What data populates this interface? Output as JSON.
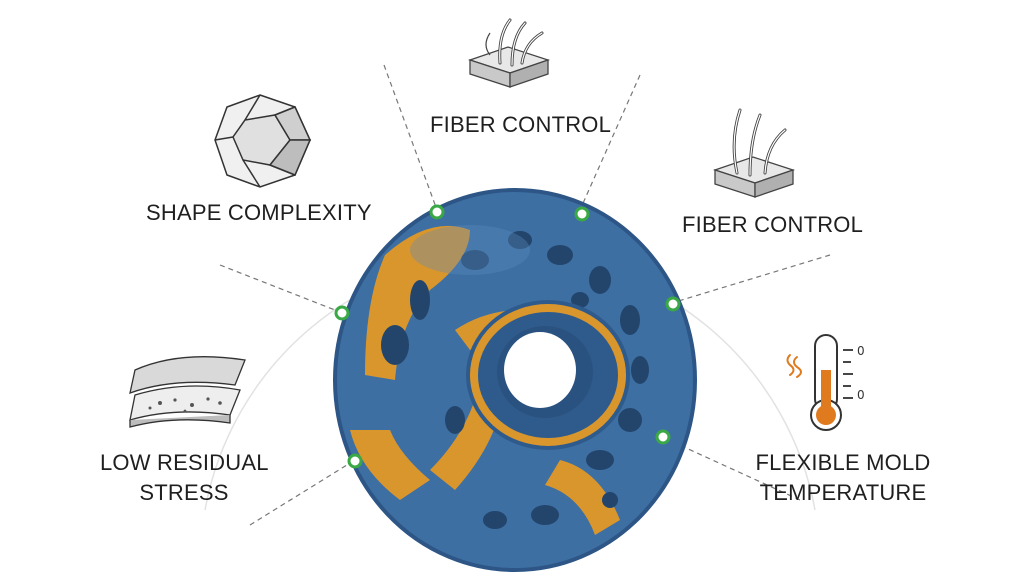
{
  "labels": {
    "fiber_top": "FIBER CONTROL",
    "fiber_right": "FIBER CONTROL",
    "shape": "SHAPE COMPLEXITY",
    "residual_line1": "LOW RESIDUAL",
    "residual_line2": "STRESS",
    "mold_line1": "FLEXIBLE MOLD",
    "mold_line2": "TEMPERATURE"
  },
  "thermometer": {
    "tick_top": "0",
    "tick_bottom": "0"
  },
  "icons": {
    "top": "fiber-block-icon",
    "right": "fiber-block-icon",
    "shape": "polyhedron-icon",
    "residual": "layered-sheet-icon",
    "mold": "thermometer-icon"
  },
  "colors": {
    "part_blue": "#3d6fa3",
    "part_orange": "#d9962d",
    "marker_green": "#3aa845",
    "thermo_orange": "#e07a1f"
  }
}
